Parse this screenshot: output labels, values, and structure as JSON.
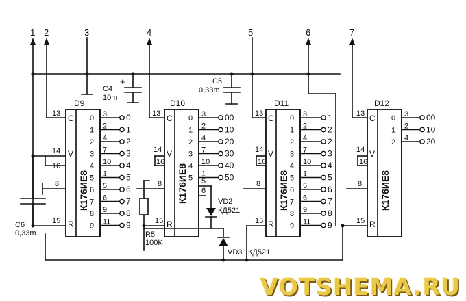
{
  "chips": {
    "d9": {
      "name": "D9",
      "type": "К176ИЕ8"
    },
    "d10": {
      "name": "D10",
      "type": "К176ИЕ8"
    },
    "d11": {
      "name": "D11",
      "type": "К176ИЕ8"
    },
    "d12": {
      "name": "D12",
      "type": "К176ИЕ8"
    }
  },
  "pin_letters": {
    "c": "C",
    "v": "V",
    "r": "R"
  },
  "d9_outputs": {
    "pins": [
      "3",
      "2",
      "4",
      "7",
      "10",
      "1",
      "5",
      "6",
      "9",
      "11"
    ],
    "idx": [
      "0",
      "1",
      "2",
      "3",
      "4",
      "5",
      "6",
      "7",
      "8",
      "9"
    ],
    "labels": [
      "0",
      "1",
      "2",
      "3",
      "4",
      "5",
      "6",
      "7",
      "8",
      "9"
    ]
  },
  "d10_outputs": {
    "pins": [
      "3",
      "2",
      "4",
      "7",
      "10",
      "1"
    ],
    "idx": [
      "0",
      "1",
      "2",
      "3",
      "4",
      "5"
    ],
    "labels": [
      "00",
      "10",
      "20",
      "30",
      "40",
      "50"
    ]
  },
  "d11_outputs": {
    "pins": [
      "3",
      "2",
      "4",
      "7",
      "10",
      "1",
      "5",
      "6",
      "9",
      "11"
    ],
    "idx": [
      "0",
      "1",
      "2",
      "3",
      "4",
      "5",
      "6",
      "7",
      "8",
      "9"
    ],
    "labels": [
      "1",
      "2",
      "2",
      "3",
      "4",
      "5",
      "6",
      "7",
      "8",
      "9"
    ]
  },
  "d12_outputs": {
    "pins": [
      "3",
      "2",
      "4"
    ],
    "idx": [
      "0",
      "1",
      "2"
    ],
    "labels": [
      "00",
      "10",
      "20"
    ]
  },
  "input_pins": {
    "p13": "13",
    "p14": "14",
    "p16": "16",
    "p8": "8",
    "p15": "15",
    "p5": "5",
    "p6": "6"
  },
  "terminals": [
    "1",
    "2",
    "3",
    "4",
    "5",
    "6",
    "7"
  ],
  "components": {
    "c4": {
      "name": "C4",
      "value": "10m"
    },
    "c5": {
      "name": "C5",
      "value": "0,33m"
    },
    "c6": {
      "name": "C6",
      "value": "0,33m"
    },
    "r5": {
      "name": "R5",
      "value": "100K"
    },
    "vd2": {
      "name": "VD2",
      "type": "КД521"
    },
    "vd3": {
      "name": "VD3",
      "type": "КД521"
    }
  },
  "watermark": "VOTSHEMA.RU"
}
